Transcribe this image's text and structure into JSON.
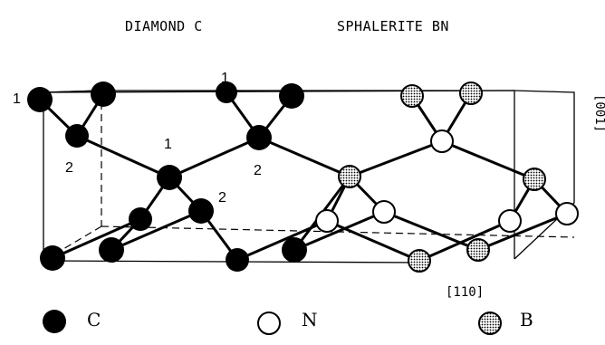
{
  "titles": {
    "left": "DIAMOND C",
    "right": "SPHALERITE BN"
  },
  "site_labels": {
    "one": "1",
    "two": "2"
  },
  "directions": {
    "vertical": "[001]",
    "horizontal": "[110]"
  },
  "legend": {
    "carbon": "C",
    "nitrogen": "N",
    "boron": "B"
  },
  "atom_colors": {
    "carbon": "#000000",
    "nitrogen": "#ffffff",
    "boron": "#b8b8b8"
  }
}
